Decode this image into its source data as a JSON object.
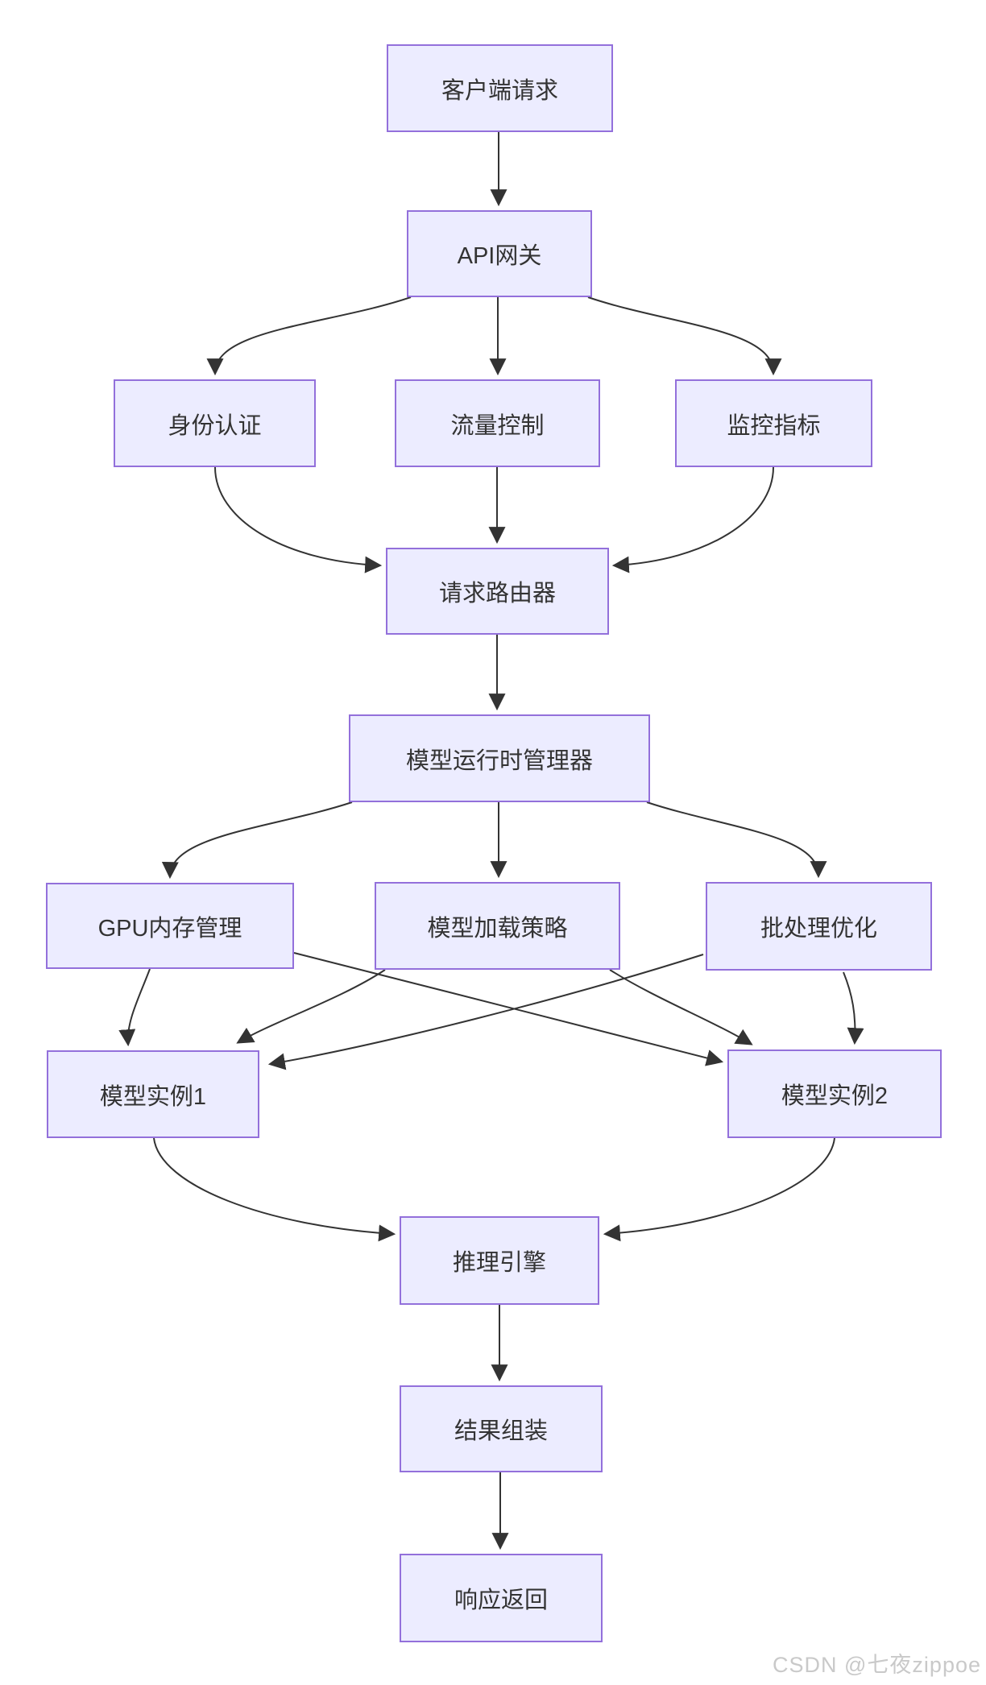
{
  "diagram": {
    "type": "flowchart",
    "direction": "top-down",
    "nodes": [
      {
        "id": "client-request",
        "label": "客户端请求"
      },
      {
        "id": "api-gateway",
        "label": "API网关"
      },
      {
        "id": "auth",
        "label": "身份认证"
      },
      {
        "id": "traffic-control",
        "label": "流量控制"
      },
      {
        "id": "monitoring",
        "label": "监控指标"
      },
      {
        "id": "request-router",
        "label": "请求路由器"
      },
      {
        "id": "runtime-manager",
        "label": "模型运行时管理器"
      },
      {
        "id": "gpu-memory",
        "label": "GPU内存管理"
      },
      {
        "id": "loading-strategy",
        "label": "模型加载策略"
      },
      {
        "id": "batch-optimization",
        "label": "批处理优化"
      },
      {
        "id": "model-instance-1",
        "label": "模型实例1"
      },
      {
        "id": "model-instance-2",
        "label": "模型实例2"
      },
      {
        "id": "inference-engine",
        "label": "推理引擎"
      },
      {
        "id": "result-assembly",
        "label": "结果组装"
      },
      {
        "id": "response-return",
        "label": "响应返回"
      }
    ],
    "edges": [
      {
        "from": "client-request",
        "to": "api-gateway"
      },
      {
        "from": "api-gateway",
        "to": "auth"
      },
      {
        "from": "api-gateway",
        "to": "traffic-control"
      },
      {
        "from": "api-gateway",
        "to": "monitoring"
      },
      {
        "from": "auth",
        "to": "request-router"
      },
      {
        "from": "traffic-control",
        "to": "request-router"
      },
      {
        "from": "monitoring",
        "to": "request-router"
      },
      {
        "from": "request-router",
        "to": "runtime-manager"
      },
      {
        "from": "runtime-manager",
        "to": "gpu-memory"
      },
      {
        "from": "runtime-manager",
        "to": "loading-strategy"
      },
      {
        "from": "runtime-manager",
        "to": "batch-optimization"
      },
      {
        "from": "gpu-memory",
        "to": "model-instance-1"
      },
      {
        "from": "gpu-memory",
        "to": "model-instance-2"
      },
      {
        "from": "loading-strategy",
        "to": "model-instance-1"
      },
      {
        "from": "loading-strategy",
        "to": "model-instance-2"
      },
      {
        "from": "batch-optimization",
        "to": "model-instance-1"
      },
      {
        "from": "batch-optimization",
        "to": "model-instance-2"
      },
      {
        "from": "model-instance-1",
        "to": "inference-engine"
      },
      {
        "from": "model-instance-2",
        "to": "inference-engine"
      },
      {
        "from": "inference-engine",
        "to": "result-assembly"
      },
      {
        "from": "result-assembly",
        "to": "response-return"
      }
    ],
    "colors": {
      "node_fill": "#ECECFF",
      "node_border": "#9370DB",
      "edge": "#333333",
      "label": "#333333"
    }
  },
  "watermark": {
    "text": "CSDN @七夜zippoe",
    "color": "#c9c9c9"
  }
}
